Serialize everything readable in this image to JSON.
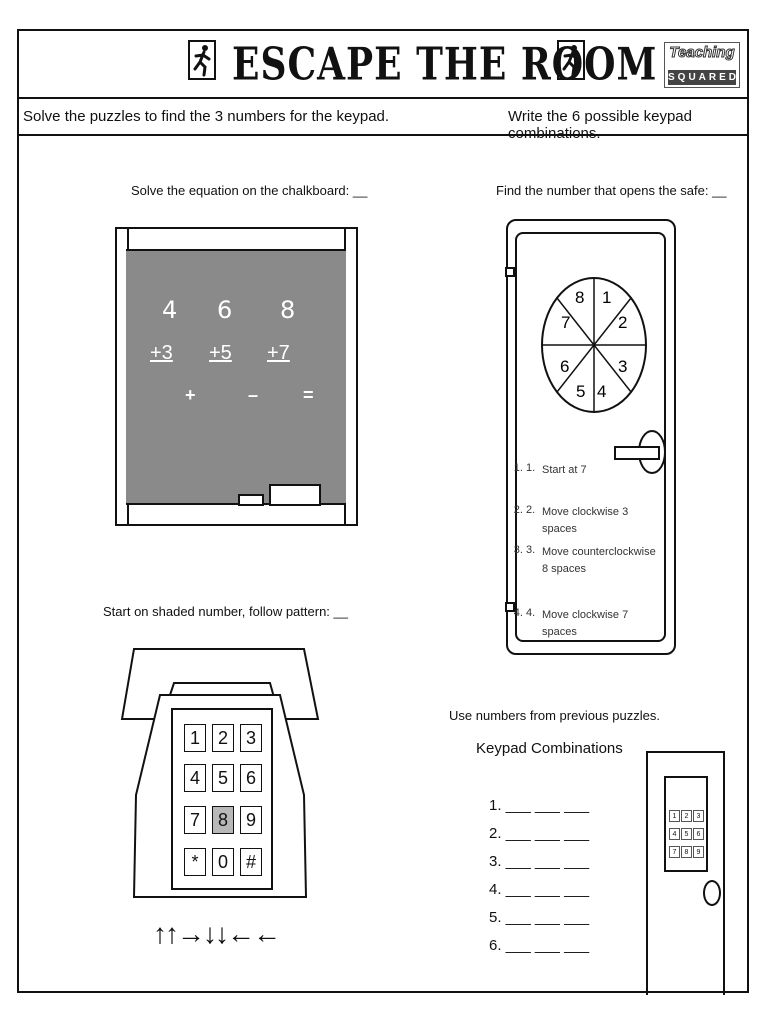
{
  "header": {
    "title": "ESCAPE THE ROOM",
    "logo": {
      "top": "Teaching",
      "bottom": "SQUARED"
    },
    "runner_icon": "running-person-exit-icon"
  },
  "instructions": {
    "left": "Solve the puzzles to find the 3 numbers for the keypad.",
    "right": "Write the 6 possible keypad combinations."
  },
  "chalkboard": {
    "prompt": "Solve the equation on the chalkboard: __",
    "top_numbers": [
      "4",
      "6",
      "8"
    ],
    "addends": [
      "+3",
      "+5",
      "+7"
    ],
    "operators": [
      "+",
      "–",
      "="
    ]
  },
  "safe": {
    "prompt": "Find the number that opens the safe: __",
    "dial_numbers": [
      "1",
      "2",
      "3",
      "4",
      "5",
      "6",
      "7",
      "8"
    ],
    "steps": [
      {
        "n": "1.",
        "text": "Start at 7"
      },
      {
        "n": "2.",
        "text": "Move clockwise 3 spaces"
      },
      {
        "n": "3.",
        "text": "Move counterclockwise 8 spaces"
      },
      {
        "n": "4.",
        "text": "Move clockwise 7 spaces"
      }
    ]
  },
  "phone": {
    "prompt": "Start on shaded  number, follow pattern: __",
    "keys": [
      "1",
      "2",
      "3",
      "4",
      "5",
      "6",
      "7",
      "8",
      "9",
      "*",
      "0",
      "#"
    ],
    "shaded_key": "8",
    "pattern": "↑↑→↓↓←←"
  },
  "combinations": {
    "note": "Use numbers from previous puzzles.",
    "title": "Keypad Combinations",
    "lines": [
      "1. ___ ___ ___",
      "2. ___ ___ ___",
      "3. ___ ___ ___",
      "4. ___ ___ ___",
      "5. ___ ___ ___",
      "6. ___ ___ ___"
    ],
    "door_keys": [
      "1",
      "2",
      "3",
      "4",
      "5",
      "6",
      "7",
      "8",
      "9"
    ]
  }
}
